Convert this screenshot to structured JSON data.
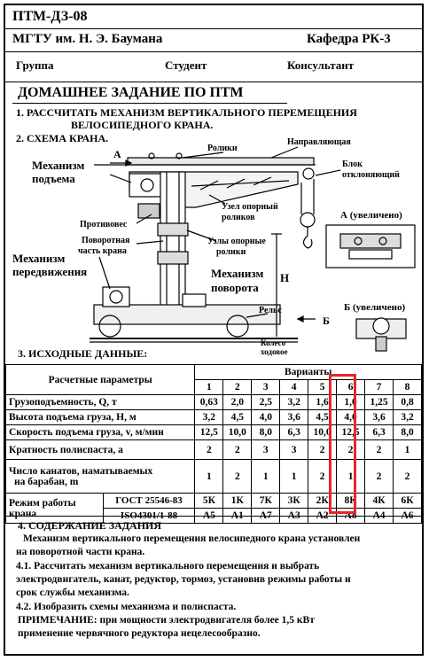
{
  "header": {
    "code": "ПТМ-ДЗ-08",
    "university": "МГТУ им. Н. Э. Баумана",
    "department": "Кафедра РК-3",
    "group_label": "Группа",
    "student_label": "Студент",
    "consultant_label": "Консультант",
    "title": "ДОМАШНЕЕ ЗАДАНИЕ ПО ПТМ"
  },
  "task": {
    "item1_line1": "1. РАССЧИТАТЬ МЕХАНИЗМ ВЕРТИКАЛЬНОГО ПЕРЕМЕЩЕНИЯ",
    "item1_line2": "ВЕЛОСИПЕДНОГО КРАНА.",
    "item2": "2. СХЕМА КРАНА."
  },
  "figure": {
    "labels": {
      "a_arrow": "А",
      "roliki": "Ролики",
      "napravl": "Направляющая",
      "mech_podema_1": "Механизм",
      "mech_podema_2": "подъема",
      "blok_1": "Блок",
      "blok_2": "отклоняющий",
      "uzel_1": "Узел опорный",
      "uzel_2": "роликов",
      "a_zoom": "А (увеличено)",
      "protivoves": "Противовес",
      "povorot_1": "Поворотная",
      "povorot_2": "часть крана",
      "uzly_1": "Узлы опорные",
      "uzly_2": "ролики",
      "mech_perem_1": "Механизм",
      "mech_perem_2": "передвижения",
      "mech_povor_1": "Механизм",
      "mech_povor_2": "поворота",
      "h_label": "Н",
      "b_zoom": "Б (увеличено)",
      "rels": "Рельс",
      "b_arrow": "Б",
      "koleso_1": "Колесо",
      "koleso_2": "ходовое"
    }
  },
  "section3_title": "3. ИСХОДНЫЕ ДАННЫЕ:",
  "table": {
    "params_header": "Расчетные параметры",
    "variants_header": "Варианты",
    "variants": [
      "1",
      "2",
      "3",
      "4",
      "5",
      "6",
      "7",
      "8"
    ],
    "rows": [
      {
        "label": "Грузоподъемность, Q, т",
        "values": [
          "0,63",
          "2,0",
          "2,5",
          "3,2",
          "1,6",
          "1,0",
          "1,25",
          "0,8"
        ]
      },
      {
        "label": "Высота подъема груза, H, м",
        "values": [
          "3,2",
          "4,5",
          "4,0",
          "3,6",
          "4,5",
          "4,0",
          "3,6",
          "3,2"
        ]
      },
      {
        "label": "Скорость подъема груза, v, м/мин",
        "values": [
          "12,5",
          "10,0",
          "8,0",
          "6,3",
          "10,0",
          "12,5",
          "6,3",
          "8,0"
        ]
      },
      {
        "label": "Кратность полиспаста, a",
        "values": [
          "2",
          "2",
          "3",
          "3",
          "2",
          "2",
          "2",
          "1"
        ]
      },
      {
        "label1": "Число канатов, наматываемых",
        "label2": "на  барабан, m",
        "values": [
          "1",
          "2",
          "1",
          "1",
          "2",
          "1",
          "2",
          "2"
        ]
      }
    ],
    "mode_label1": "Режим работы",
    "mode_label2": "крана",
    "gost": "ГОСТ 25546-83",
    "iso": "ISO4301/1-88",
    "gost_values": [
      "5К",
      "1К",
      "7К",
      "3К",
      "2К",
      "8К",
      "4К",
      "6К"
    ],
    "iso_values": [
      "А5",
      "А1",
      "А7",
      "А3",
      "А2",
      "А8",
      "А4",
      "А6"
    ],
    "highlight_color": "#e8252b"
  },
  "section4": {
    "title": "4. СОДЕРЖАНИЕ ЗАДАНИЯ",
    "l1": "Механизм вертикального перемещения  велосипедного крана установлен",
    "l2": "на поворотной части крана.",
    "l3": "4.1. Рассчитать механизм вертикального перемещения и выбрать",
    "l4": "электродвигатель, канат, редуктор, тормоз, установив режимы работы и",
    "l5": "срок службы механизма.",
    "l6": "4.2. Изобразить схемы механизма и полиспаста.",
    "l7": "ПРИМЕЧАНИЕ: при мощности электродвигателя более 1,5 кВт",
    "l8": "применение червячного редуктора  нецелесообразно."
  }
}
